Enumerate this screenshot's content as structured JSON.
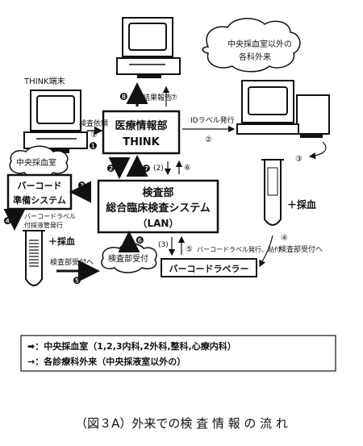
{
  "nodes": {
    "think_terminal_label": "THINK端末",
    "central_lab_label": "中央採血室",
    "other_outpatient_label": "中央採血室以外の各科外来",
    "other_outpatient_line1": "中央採血室以外の",
    "other_outpatient_line2": "各科外来",
    "iryo": {
      "line1": "医療情報部",
      "line2": "THINK"
    },
    "lab": {
      "line1": "検査部",
      "line2": "総合臨床検査システム",
      "line3": "（LAN）"
    },
    "barcode_prep": {
      "line1": "バーコード",
      "line2": "準備システム"
    },
    "barcode_labeler": "バーコードラベラー",
    "lab_reception_cloud": "検査部受付"
  },
  "flow_labels": {
    "kensa_irai": "検査依頼",
    "kekka_hokoku": "結果報告",
    "id_label": "IDラベル発行",
    "saiketsu_right": "＋採血",
    "saiketsu_left": "＋採血",
    "barcode_label_kan_line1": "バーコードラベル",
    "barcode_label_kan_line2": "付採液管発行",
    "lab_reception_left": "検査部受付へ",
    "lab_reception_right": "検査部受付へ",
    "barcode_label_issue": "バーコードラベル発行、貼付",
    "step_c1": "①",
    "step_c2": "②",
    "step_c3": "③",
    "step_c4": "④",
    "step_c6": "⑥",
    "step_c7": "⑦",
    "step_f1": "❶",
    "step_f2": "❷",
    "step_f3": "❸",
    "step_f4": "❹",
    "step_f5": "❺",
    "step_f6": "❻",
    "step_f7": "❼",
    "step_f8": "❽",
    "mid_pair": "(2)",
    "mid_pair2": "(3)",
    "step_c5": "⑤"
  },
  "legend": {
    "line1": "➡：中央採血室（1,2,3内科,2外科,整科,心療内科）",
    "line2": "→：各診療科外来（中央採液室以外の）"
  },
  "caption": "（図３A）外来での検 査 情 報 の 流 れ"
}
